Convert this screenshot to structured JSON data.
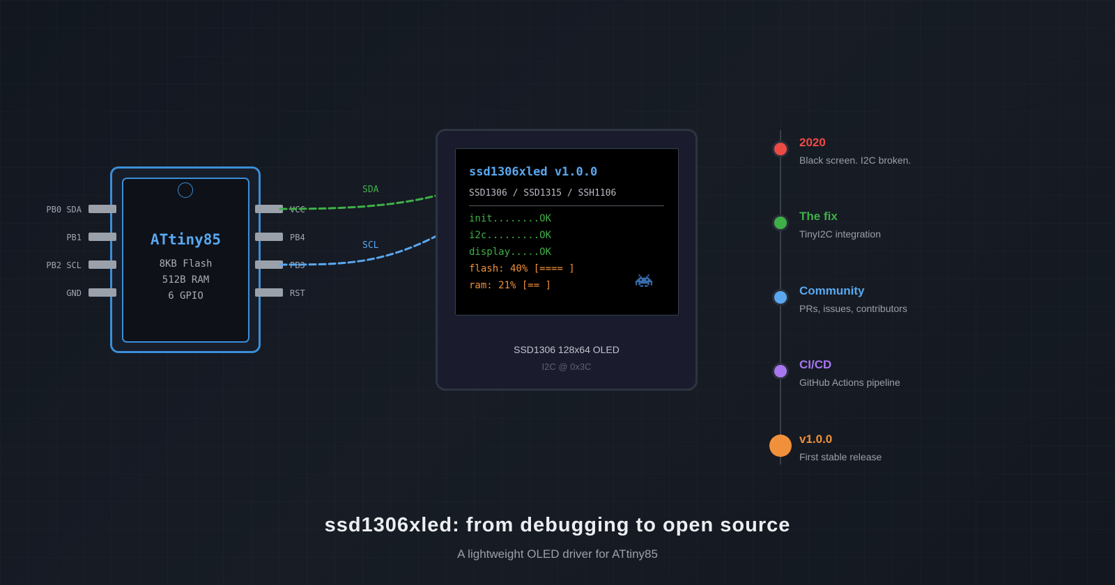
{
  "chip": {
    "name": "ATtiny85",
    "specs": [
      "8KB Flash",
      "512B RAM",
      "6 GPIO"
    ],
    "left_pins": [
      "PB0 SDA",
      "PB1",
      "PB2 SCL",
      "GND"
    ],
    "right_pins": [
      "VCC",
      "PB4",
      "PB3",
      "RST"
    ]
  },
  "wires": {
    "sda_label": "SDA",
    "scl_label": "SCL",
    "sda_color": "#3fb048",
    "scl_color": "#5aa8f0"
  },
  "oled": {
    "title": "ssd1306xled v1.0.0",
    "subtitle": "SSD1306 / SSD1315 / SSH1106",
    "lines": [
      {
        "text": "init........OK",
        "status": "ok"
      },
      {
        "text": "i2c.........OK",
        "status": "ok"
      },
      {
        "text": "display.....OK",
        "status": "ok"
      },
      {
        "text": "flash: 40% [==== ]",
        "status": "warn"
      },
      {
        "text": "ram: 21% [== ]",
        "status": "warn"
      }
    ],
    "icon": "space-invader-icon",
    "caption": "SSD1306 128x64 OLED",
    "subcaption": "I2C @ 0x3C"
  },
  "timeline": [
    {
      "title": "2020",
      "desc": "Black screen. I2C broken.",
      "color": "#ee4a44"
    },
    {
      "title": "The fix",
      "desc": "TinyI2C integration",
      "color": "#3fb048"
    },
    {
      "title": "Community",
      "desc": "PRs, issues, contributors",
      "color": "#5aa8f0"
    },
    {
      "title": "CI/CD",
      "desc": "GitHub Actions pipeline",
      "color": "#a877f0"
    },
    {
      "title": "v1.0.0",
      "desc": "First stable release",
      "color": "#f0903a"
    }
  ],
  "footer": {
    "title": "ssd1306xled: from debugging to open source",
    "subtitle": "A lightweight OLED driver for ATtiny85"
  }
}
